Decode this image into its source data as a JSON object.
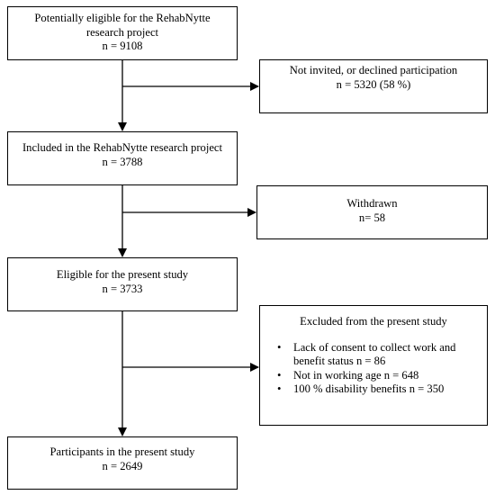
{
  "boxes": {
    "eligible_rehab": {
      "lines": [
        "Potentially eligible for the RehabNytte",
        "research project",
        "n = 9108"
      ]
    },
    "not_invited": {
      "lines": [
        "Not invited, or declined participation",
        "n = 5320 (58 %)"
      ]
    },
    "included": {
      "lines": [
        "Included in the RehabNytte research project",
        "n = 3788"
      ]
    },
    "withdrawn": {
      "lines": [
        "Withdrawn",
        "n= 58"
      ]
    },
    "eligible_present": {
      "lines": [
        "Eligible for the present study",
        "n = 3733"
      ]
    },
    "excluded": {
      "title": "Excluded from the present study",
      "items": [
        "Lack of consent to collect work and benefit status n = 86",
        "Not in working age n = 648",
        "100 % disability benefits n = 350"
      ]
    },
    "participants": {
      "lines": [
        "Participants in the present study",
        "n = 2649"
      ]
    }
  }
}
